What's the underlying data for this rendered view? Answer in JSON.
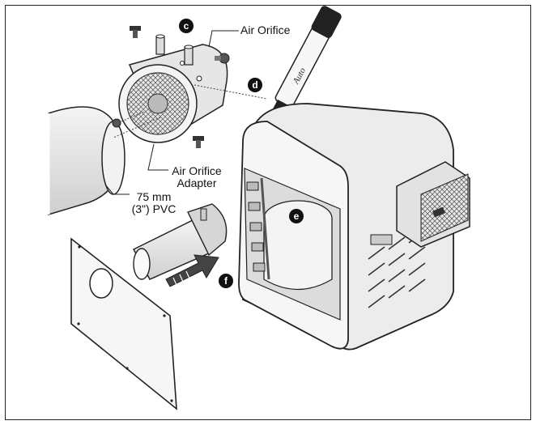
{
  "labels": {
    "air_orifice": "Air Orifice",
    "adapter_line1": "Air Orifice",
    "adapter_line2": "Adapter",
    "pvc_line1": "75 mm",
    "pvc_line2": "(3\") PVC"
  },
  "markers": {
    "c": "c",
    "d": "d",
    "e": "e",
    "f": "f"
  },
  "marker_text": {
    "marker_label": "Auto"
  },
  "colors": {
    "outline": "#222222",
    "shade": "#d8d8d8",
    "dark": "#444444",
    "marker": "#111111"
  }
}
